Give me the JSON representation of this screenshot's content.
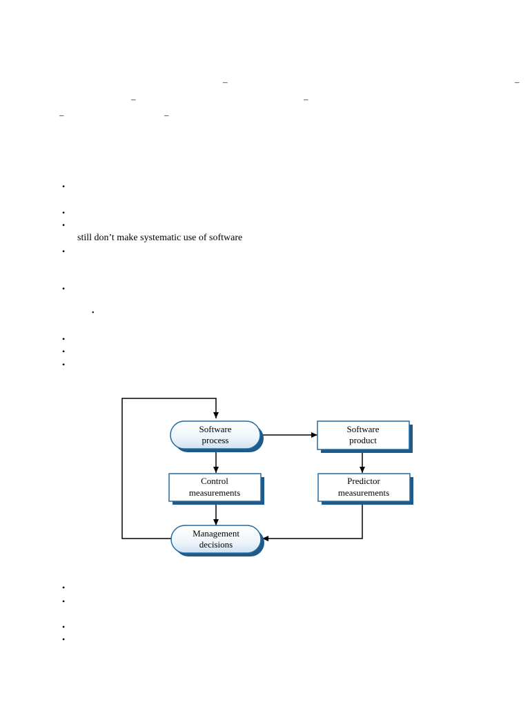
{
  "doc": {
    "dash_glyph": "–",
    "bullet_glyph": "•",
    "sub_bullet_glyph": "•",
    "text_line": "still don’t make systematic use of software"
  },
  "diagram": {
    "software_process": [
      "Software",
      "process"
    ],
    "software_product": [
      "Software",
      "product"
    ],
    "control_measurements": [
      "Control",
      "measurements"
    ],
    "predictor_measurements": [
      "Predictor",
      "measurements"
    ],
    "management_decisions": [
      "Management",
      "decisions"
    ]
  }
}
